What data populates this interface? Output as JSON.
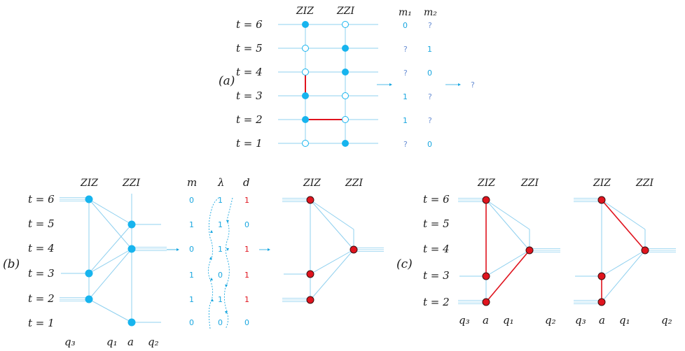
{
  "colors": {
    "line": "#8fd0ef",
    "node": "#17b4ee",
    "red_edge": "#e0141e",
    "red_node": "#e0141e",
    "text_cyan": "#1aa7e0",
    "text_red": "#e0141e",
    "question": "#6a8fd4"
  },
  "panel_a": {
    "label": "(a)",
    "gates": [
      "ZIZ",
      "ZZI"
    ],
    "col_m1": "m₁",
    "col_m2": "m₂",
    "time_labels": [
      "t = 6",
      "t = 5",
      "t = 4",
      "t = 3",
      "t = 2",
      "t = 1"
    ],
    "m1": [
      "0",
      "?",
      "?",
      "1",
      "1",
      "?"
    ],
    "m2": [
      "?",
      "1",
      "0",
      "?",
      "?",
      "0"
    ],
    "result": "?"
  },
  "panel_b": {
    "label": "(b)",
    "gates": [
      "ZIZ",
      "ZZI"
    ],
    "time_labels": [
      "t = 6",
      "t = 5",
      "t = 4",
      "t = 3",
      "t = 2",
      "t = 1"
    ],
    "qubits": [
      "q₃",
      "q₁",
      "a",
      "q₂"
    ],
    "col_m": "m",
    "col_lambda": "λ",
    "col_d": "d",
    "m": [
      "0",
      "1",
      "0",
      "1",
      "1",
      "0"
    ],
    "lambda": [
      "1",
      "1",
      "1",
      "0",
      "1",
      "0"
    ],
    "d": [
      "1",
      "0",
      "1",
      "1",
      "1",
      "0"
    ],
    "d_red": [
      true,
      false,
      true,
      true,
      true,
      false
    ],
    "gates_right": [
      "ZIZ",
      "ZZI"
    ]
  },
  "panel_c": {
    "label": "(c)",
    "gates_left": [
      "ZIZ",
      "ZZI"
    ],
    "gates_right": [
      "ZIZ",
      "ZZI"
    ],
    "time_labels": [
      "t = 6",
      "t = 5",
      "t = 4",
      "t = 3",
      "t = 2"
    ],
    "qubits_left": [
      "q₃",
      "a",
      "q₁",
      "q₂"
    ],
    "qubits_right": [
      "q₃",
      "a",
      "q₁",
      "q₂"
    ]
  }
}
